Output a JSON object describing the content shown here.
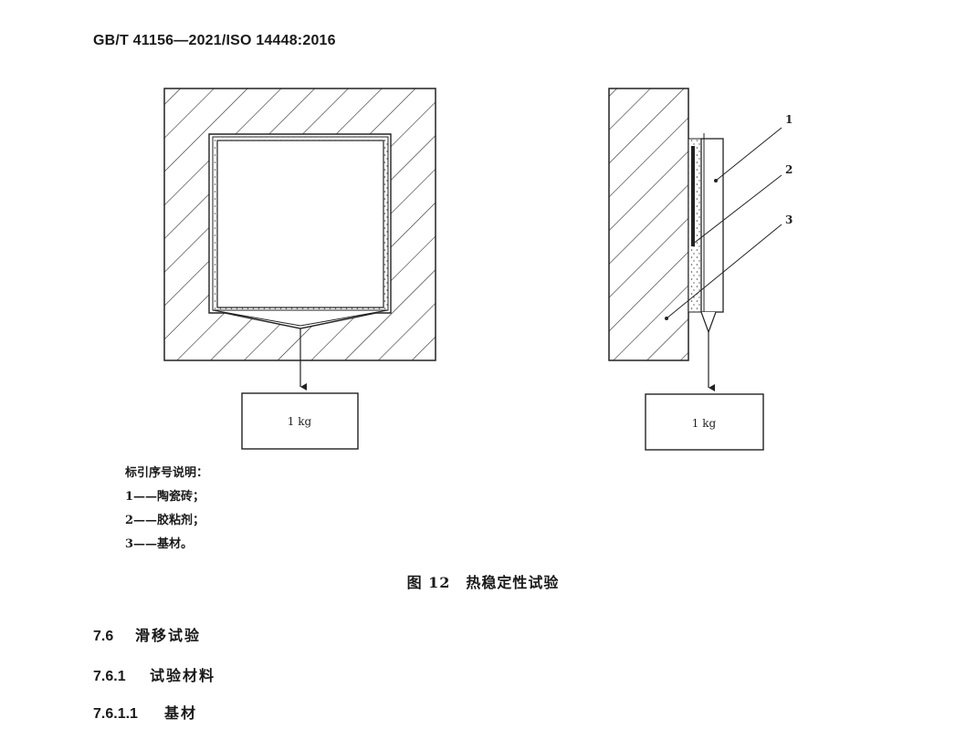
{
  "header": {
    "standard": "GB/T 41156—2021/ISO 14448:2016"
  },
  "figure": {
    "weights": {
      "left": "1 kg",
      "right": "1 kg"
    },
    "callouts": [
      "1",
      "2",
      "3"
    ],
    "legend": {
      "title": "标引序号说明：",
      "items": [
        "1——陶瓷砖；",
        "2——胶粘剂；",
        "3——基材。"
      ]
    },
    "caption": "图 12　热稳定性试验"
  },
  "sections": [
    {
      "num": "7.6",
      "title": "滑移试验"
    },
    {
      "num": "7.6.1",
      "title": "试验材料"
    },
    {
      "num": "7.6.1.1",
      "title": "基材"
    }
  ]
}
